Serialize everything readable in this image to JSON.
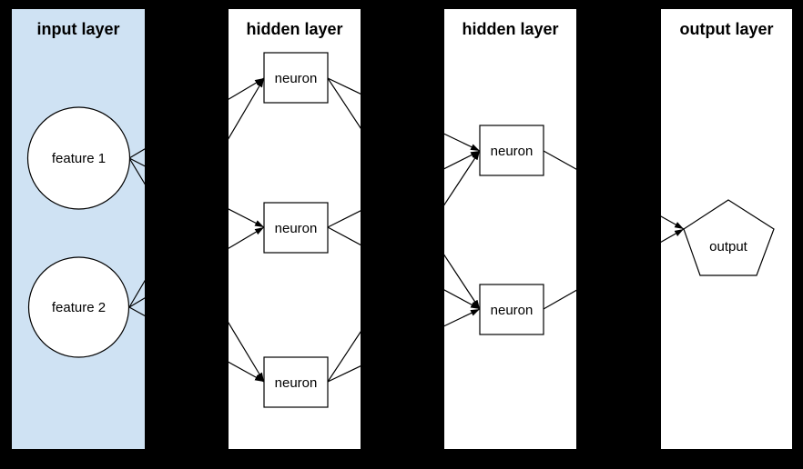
{
  "diagram_type": "neural-network",
  "colors": {
    "background": "#000000",
    "input_panel_bg": "#cfe2f3",
    "panel_bg": "#ffffff",
    "node_fill": "#ffffff",
    "stroke": "#000000",
    "text": "#000000"
  },
  "panels": [
    {
      "id": "input",
      "title": "input layer",
      "bg": "#cfe2f3"
    },
    {
      "id": "hidden1",
      "title": "hidden layer",
      "bg": "#ffffff"
    },
    {
      "id": "hidden2",
      "title": "hidden layer",
      "bg": "#ffffff"
    },
    {
      "id": "output",
      "title": "output layer",
      "bg": "#ffffff"
    }
  ],
  "nodes": {
    "feature1": {
      "label": "feature 1",
      "shape": "circle",
      "layer": "input"
    },
    "feature2": {
      "label": "feature 2",
      "shape": "circle",
      "layer": "input"
    },
    "hidden1_neuron1": {
      "label": "neuron",
      "shape": "rect",
      "layer": "hidden1"
    },
    "hidden1_neuron2": {
      "label": "neuron",
      "shape": "rect",
      "layer": "hidden1"
    },
    "hidden1_neuron3": {
      "label": "neuron",
      "shape": "rect",
      "layer": "hidden1"
    },
    "hidden2_neuron1": {
      "label": "neuron",
      "shape": "rect",
      "layer": "hidden2"
    },
    "hidden2_neuron2": {
      "label": "neuron",
      "shape": "rect",
      "layer": "hidden2"
    },
    "output": {
      "label": "output",
      "shape": "pentagon",
      "layer": "output"
    }
  },
  "edges": [
    {
      "from": "feature1",
      "to": "hidden1_neuron1"
    },
    {
      "from": "feature1",
      "to": "hidden1_neuron2"
    },
    {
      "from": "feature1",
      "to": "hidden1_neuron3"
    },
    {
      "from": "feature2",
      "to": "hidden1_neuron1"
    },
    {
      "from": "feature2",
      "to": "hidden1_neuron2"
    },
    {
      "from": "feature2",
      "to": "hidden1_neuron3"
    },
    {
      "from": "hidden1_neuron1",
      "to": "hidden2_neuron1"
    },
    {
      "from": "hidden1_neuron1",
      "to": "hidden2_neuron2"
    },
    {
      "from": "hidden1_neuron2",
      "to": "hidden2_neuron1"
    },
    {
      "from": "hidden1_neuron2",
      "to": "hidden2_neuron2"
    },
    {
      "from": "hidden1_neuron3",
      "to": "hidden2_neuron1"
    },
    {
      "from": "hidden1_neuron3",
      "to": "hidden2_neuron2"
    },
    {
      "from": "hidden2_neuron1",
      "to": "output"
    },
    {
      "from": "hidden2_neuron2",
      "to": "output"
    }
  ]
}
